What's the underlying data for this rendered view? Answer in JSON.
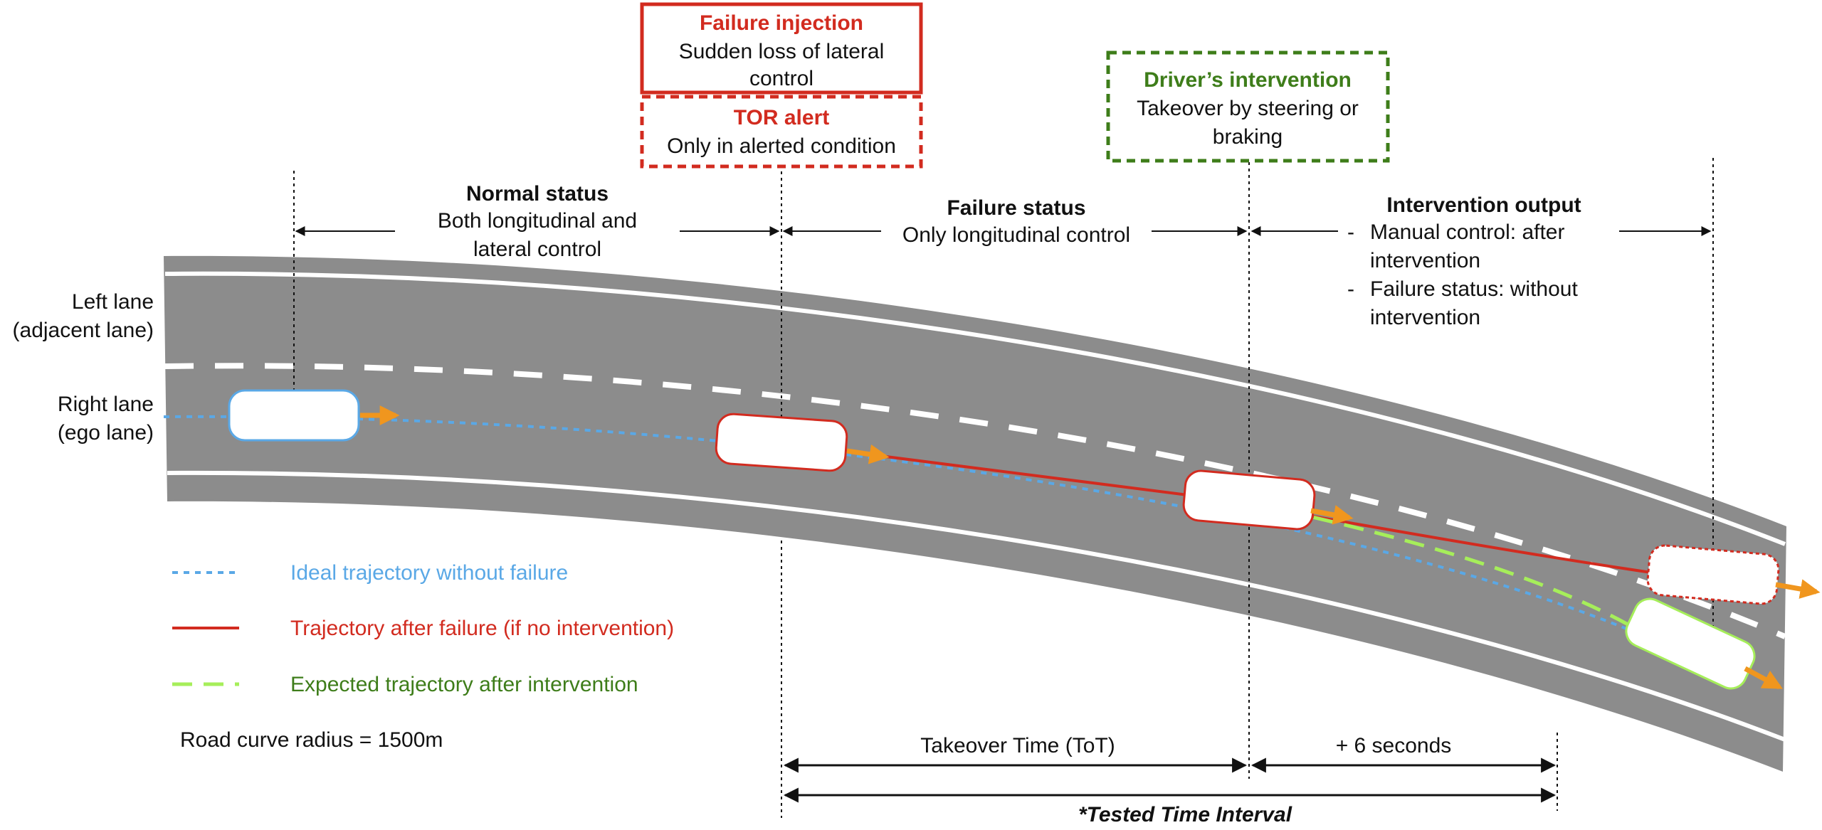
{
  "boxes": {
    "failure_injection": {
      "title": "Failure injection",
      "line1": "Sudden loss of lateral",
      "line2": "control"
    },
    "tor_alert": {
      "title": "TOR alert",
      "line1": "Only in alerted condition"
    },
    "driver_intervention": {
      "title": "Driver’s intervention",
      "line1": "Takeover by steering or",
      "line2": "braking"
    }
  },
  "phases": {
    "normal": {
      "title": "Normal status",
      "line1": "Both longitudinal and",
      "line2": "lateral control"
    },
    "failure": {
      "title": "Failure status",
      "line1": "Only longitudinal control"
    },
    "intervention": {
      "title": "Intervention output",
      "items": [
        {
          "dash": "-",
          "line1": "Manual control: after",
          "line2": "intervention"
        },
        {
          "dash": "-",
          "line1": "Failure status: without",
          "line2": "intervention"
        }
      ]
    }
  },
  "lanes": {
    "left": {
      "line1": "Left lane",
      "line2": "(adjacent lane)"
    },
    "right": {
      "line1": "Right lane",
      "line2": "(ego lane)"
    }
  },
  "legend": {
    "ideal": "Ideal trajectory without failure",
    "failure": "Trajectory after failure (if no intervention)",
    "expected": "Expected trajectory after intervention"
  },
  "road_radius": "Road curve radius = 1500m",
  "timeline": {
    "tot": "Takeover Time (ToT)",
    "plus6": "+ 6 seconds",
    "tested": "*Tested Time Interval"
  },
  "colors": {
    "red": "#d22b1f",
    "green": "#3e7d1a",
    "blue": "#5aa8e6",
    "light_green": "#a6ee5a",
    "orange": "#f0961e",
    "road": "#8c8c8c"
  }
}
